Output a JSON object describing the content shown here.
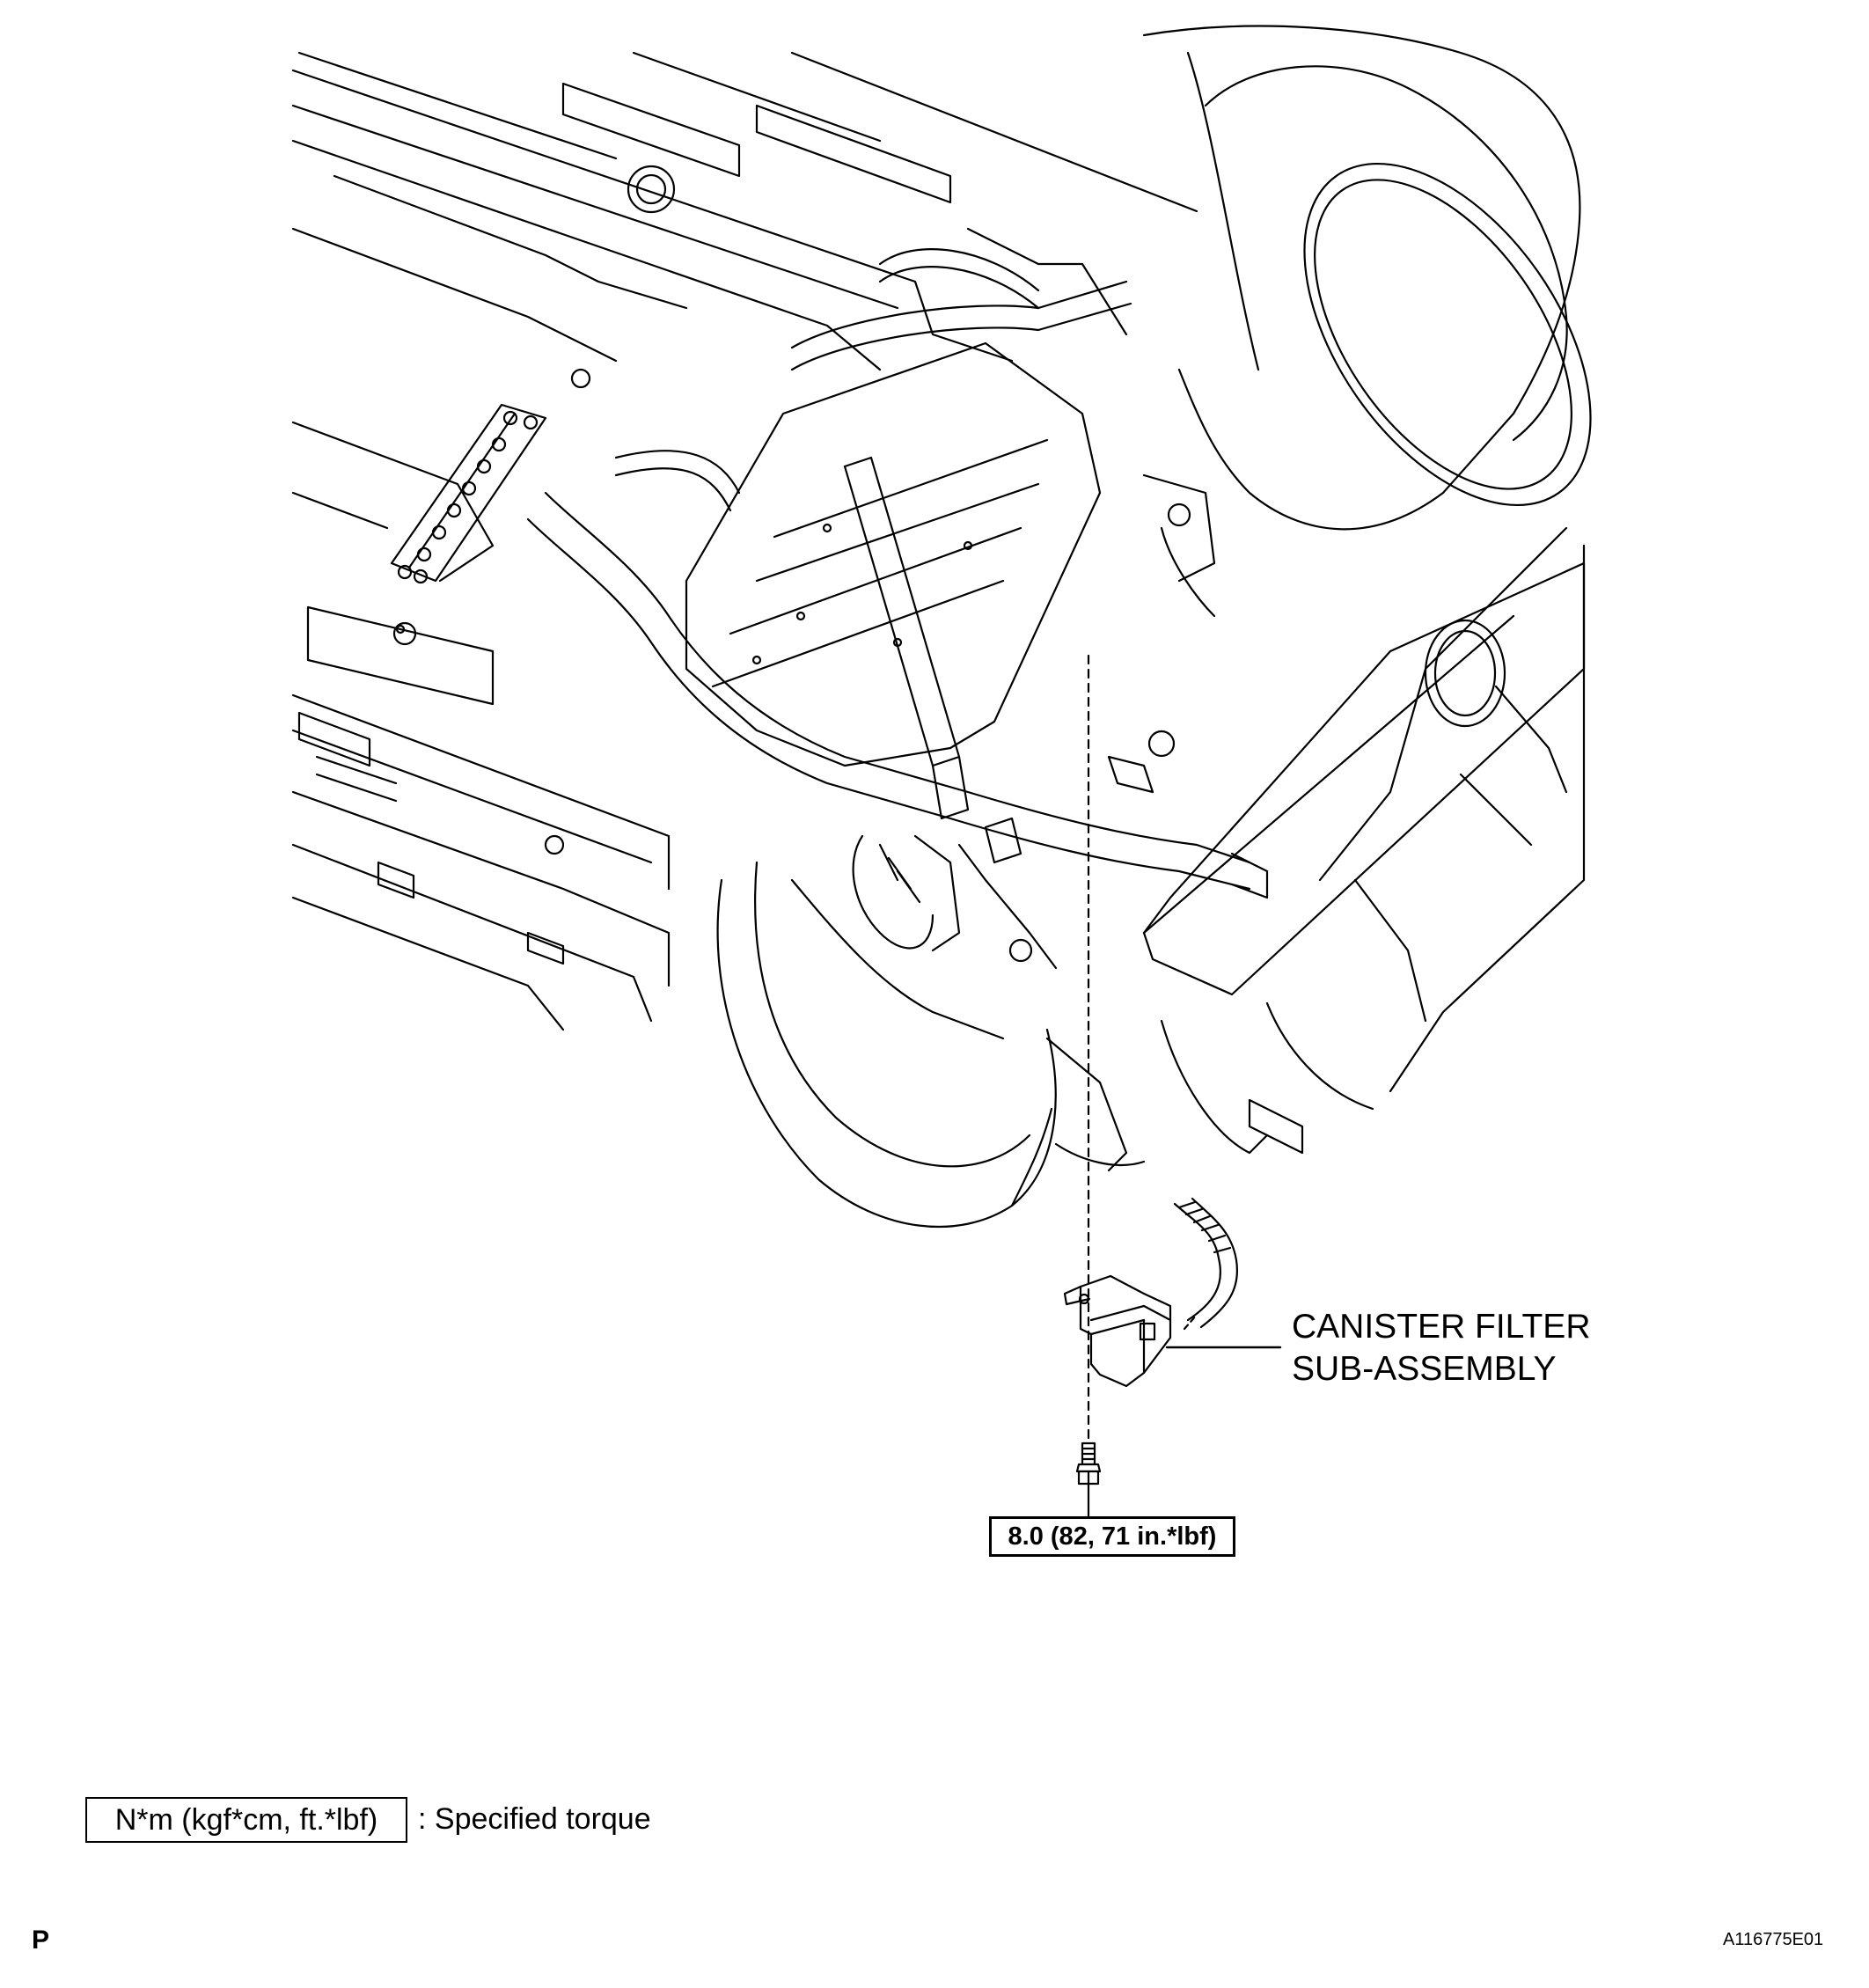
{
  "callouts": {
    "part_label_line1": "CANISTER FILTER",
    "part_label_line2": "SUB-ASSEMBLY",
    "bolt_torque": "8.0 (82, 71 in.*lbf)"
  },
  "legend": {
    "torque_units": "N*m (kgf*cm, ft.*lbf)",
    "torque_text": ": Specified torque"
  },
  "footer": {
    "page_mark": "P",
    "figure_id": "A116775E01"
  },
  "icons": {
    "illustration": "vehicle-underbody-line-drawing",
    "part": "canister-filter-icon",
    "fastener": "bolt-icon"
  }
}
